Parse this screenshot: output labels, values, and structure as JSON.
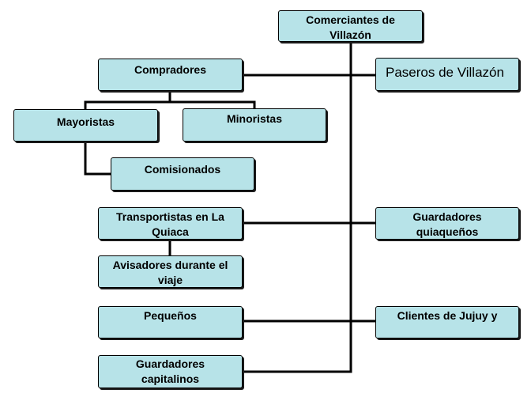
{
  "diagram": {
    "nodes": {
      "comerciantes": "Comerciantes de\nVillazón",
      "compradores": "Compradores",
      "paseros": "Paseros de Villazón",
      "mayoristas": "Mayoristas",
      "minoristas": "Minoristas",
      "comisionados": "Comisionados",
      "transportistas": "Transportistas en La\nQuiaca",
      "guardadores_quiaquenos": "Guardadores\nquiaqueños",
      "avisadores": "Avisadores durante el\nviaje",
      "pequenos": "Pequeños",
      "clientes": "Clientes de Jujuy y",
      "guardadores_capitalinos": "Guardadores\ncapitalinos"
    }
  },
  "colors": {
    "box_fill": "#b7e3e8",
    "line": "#000000"
  }
}
